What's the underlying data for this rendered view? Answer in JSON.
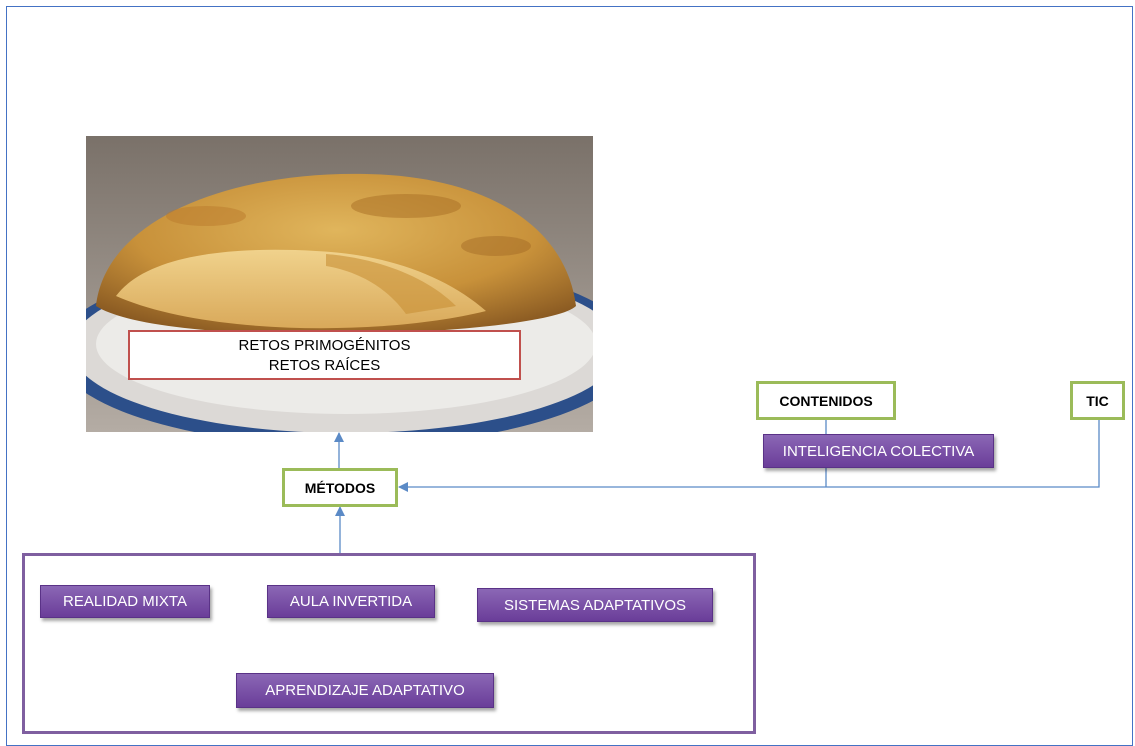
{
  "photo": {
    "caption_line1": "RETOS PRIMOGÉNITOS",
    "caption_line2": "RETOS RAÍCES"
  },
  "labels": {
    "metodos": "MÉTODOS",
    "contenidos": "CONTENIDOS",
    "tic": "TIC"
  },
  "inteligencia": "INTELIGENCIA COLECTIVA",
  "methods": {
    "realidad_mixta": "REALIDAD MIXTA",
    "aula_invertida": "AULA INVERTIDA",
    "sistemas_adaptativos": "SISTEMAS ADAPTATIVOS",
    "aprendizaje_adaptativo": "APRENDIZAJE ADAPTATIVO"
  },
  "colors": {
    "frame": "#4472c4",
    "green_border": "#9bbb59",
    "purple": "#7f5fa0",
    "caption_border": "#c0504d",
    "connector": "#5b8ac6"
  }
}
